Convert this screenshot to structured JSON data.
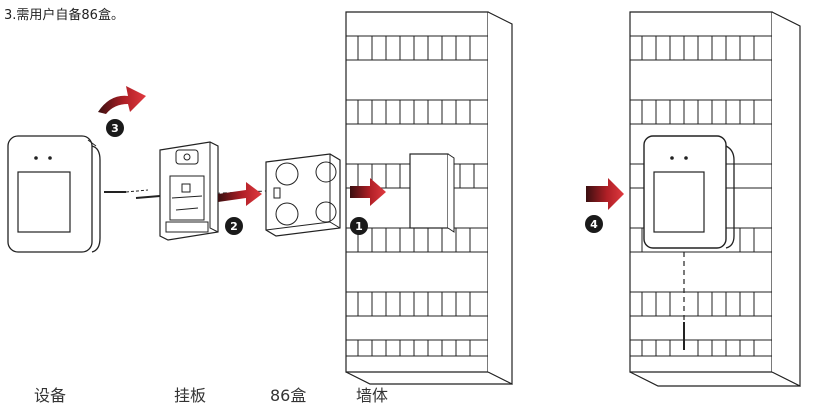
{
  "note": "3.需用户自备86盒。",
  "labels": {
    "device": "设备",
    "bracket": "挂板",
    "box86": "86盒",
    "wall": "墙体"
  },
  "steps": [
    "1",
    "2",
    "3",
    "4"
  ],
  "colors": {
    "arrow_dark": "#3a0f10",
    "arrow_red": "#c0242b",
    "badge": "#1a1a1a",
    "line": "#222222"
  }
}
